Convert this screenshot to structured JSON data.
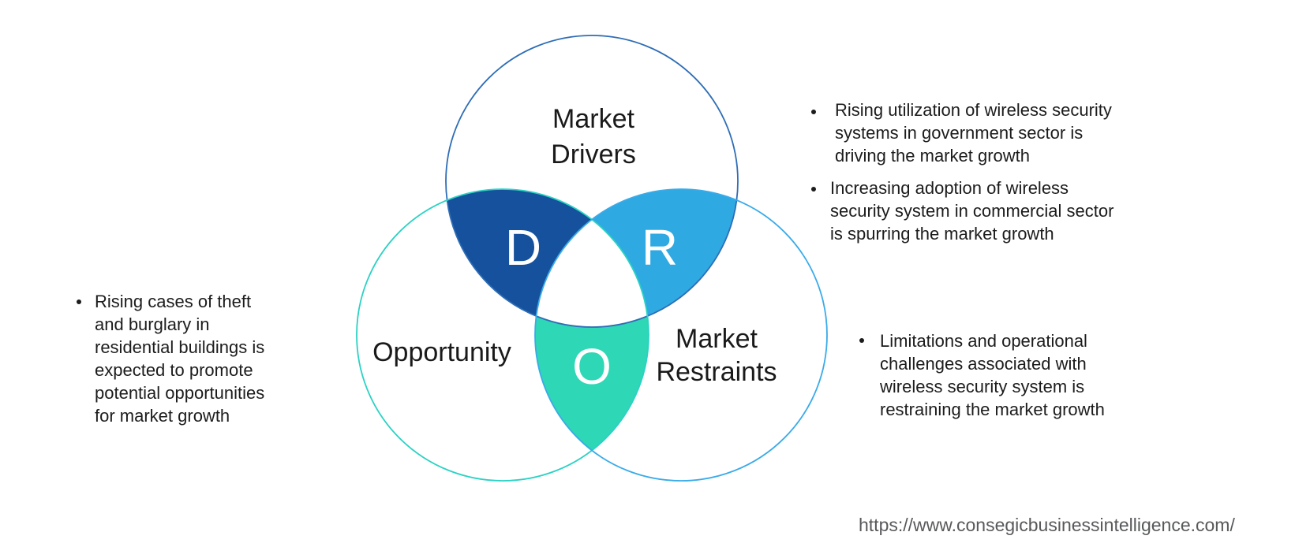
{
  "venn": {
    "drivers": {
      "label_lines": [
        "Market",
        "Drivers"
      ],
      "circle_color": "#2e6db6"
    },
    "opportunity": {
      "label": "Opportunity",
      "circle_color": "#2bd2c4"
    },
    "restraints": {
      "label_lines": [
        "Market",
        "Restraints"
      ],
      "circle_color": "#3aabe9"
    },
    "lens_d": {
      "letter": "D",
      "fill": "#15519c"
    },
    "lens_r": {
      "letter": "R",
      "fill": "#2ea9e2"
    },
    "lens_o": {
      "letter": "O",
      "fill": "#2ed7b5"
    }
  },
  "annotations": {
    "left": {
      "lines": [
        "Rising cases of theft",
        "and burglary in",
        "residential buildings is",
        "expected to promote",
        "potential opportunities",
        "for market growth"
      ]
    },
    "top_right_1": {
      "lines": [
        "Rising utilization of wireless security",
        "systems in government sector is",
        "driving the market growth"
      ]
    },
    "top_right_2": {
      "lines": [
        "Increasing adoption of wireless",
        "security system in commercial sector",
        "is spurring the market growth"
      ]
    },
    "bottom_right": {
      "lines": [
        "Limitations and operational",
        "challenges associated with",
        "wireless security system is",
        "restraining the market growth"
      ]
    }
  },
  "footer": {
    "url": "https://www.consegicbusinessintelligence.com/"
  }
}
